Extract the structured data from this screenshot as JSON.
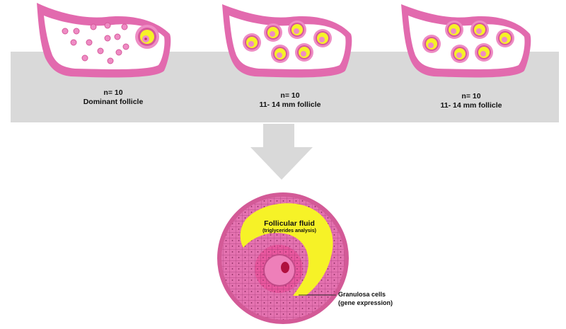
{
  "groups": [
    {
      "n_label": "n= 10",
      "description": "Dominant follicle"
    },
    {
      "n_label": "n= 10",
      "description": "11- 14 mm follicle"
    },
    {
      "n_label": "n= 10",
      "description": "11- 14 mm follicle"
    }
  ],
  "follicle_diagram": {
    "fluid_title": "Follicular fluid",
    "fluid_subtitle": "(triglycerides analysis)",
    "cells_title": "Granulosa cells",
    "cells_subtitle": "(gene expression)"
  },
  "colors": {
    "band": "#d9d9d9",
    "ovary_tissue": "#e26aae",
    "follicle_ring": "#ee8cc4",
    "follicular_fluid": "#f6f227",
    "arrow": "#d9d9d9",
    "granulosa": "#e472b0"
  }
}
